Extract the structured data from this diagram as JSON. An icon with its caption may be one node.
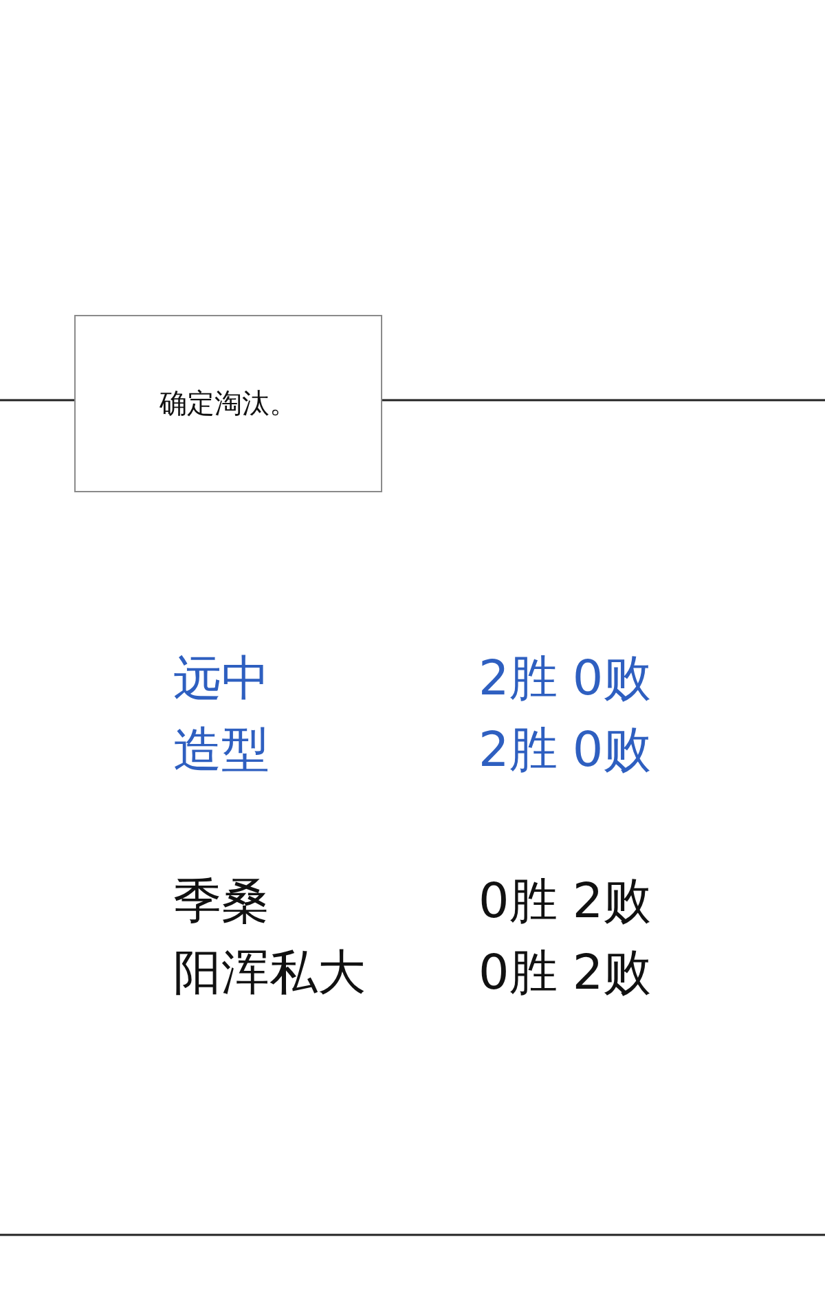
{
  "diagram": {
    "nodes": [
      {
        "text": [
          "确定淘汰。"
        ]
      }
    ],
    "labels": [
      "远中",
      "2胜 0败",
      "造型",
      "2胜 0败",
      "季桑",
      "0胜 2败",
      "阳浑私大",
      "0胜 2败"
    ]
  }
}
